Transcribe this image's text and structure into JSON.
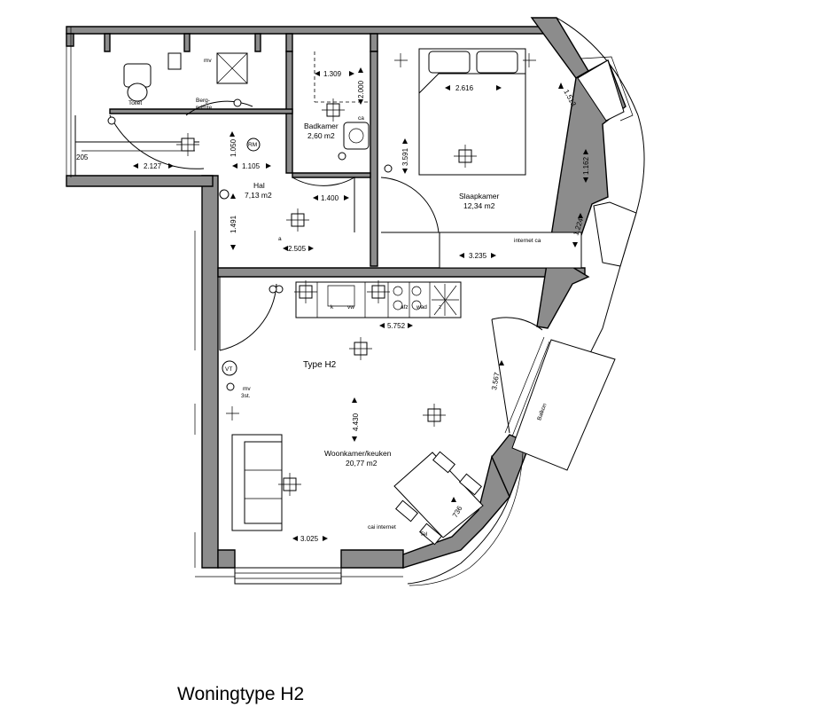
{
  "rooms": {
    "toilet": "Toilet",
    "berging": [
      "Berg-",
      "ruimte"
    ],
    "mv": "mv",
    "bad_name": "Badkamer",
    "bad_area": "2,60 m2",
    "hal_name": "Hal",
    "hal_area": "7,13 m2",
    "slaap_name": "Slaapkamer",
    "slaap_area": "12,34 m2",
    "type": "Type H2",
    "woon_name": "Woonkamer/keuken",
    "woon_area": "20,77 m2",
    "balkon": "Balkon"
  },
  "fixtures": {
    "rm": "RM",
    "vt": "VT",
    "mv3": [
      "mv",
      "3st."
    ],
    "ca": "ca",
    "a": "a",
    "internet_ca": "internet ca",
    "cai_internet": "cai internet",
    "tel": "Tel",
    "k": "k",
    "vw": "vw",
    "afzuig": "afz",
    "wad": "wad",
    "z": "z"
  },
  "dimensions": {
    "d2127": "2.127",
    "d1105": "1.105",
    "d1050": "1.050",
    "d205": "205",
    "d1309": "1.309",
    "d2000": "2.000",
    "d2616": "2.616",
    "d1513": "1.513",
    "d1162": "1.162",
    "d3591": "3.591",
    "d1400": "1.400",
    "d1491": "1.491",
    "d2505": "2.505",
    "d1224": "1.224",
    "d3235": "3.235",
    "d5752": "5.752",
    "d3567": "3.567",
    "d4430": "4.430",
    "d3025": "3.025",
    "d736": "736"
  },
  "caption": "Woningtype H2",
  "colors": {
    "wall": "#8c8c8c",
    "line": "#000000",
    "background": "#ffffff"
  }
}
